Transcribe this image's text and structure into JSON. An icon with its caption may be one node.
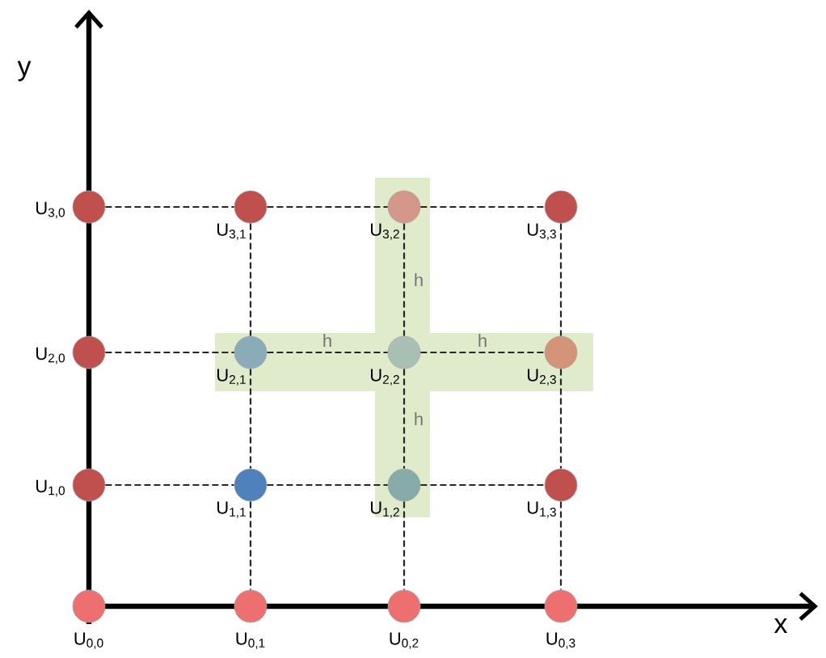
{
  "diagram": {
    "nodes": [
      {
        "text": [],
        "shape": "circle",
        "beside": [
          "U$_{3,0}$"
        ]
      },
      {
        "text": [],
        "shape": "circle",
        "beside": [
          "U$_{3,1}$"
        ]
      },
      {
        "text": [],
        "shape": "circle",
        "beside": [
          "U$_{3,2}$"
        ]
      },
      {
        "text": [],
        "shape": "circle",
        "beside": [
          "U$_{3,3}$"
        ]
      },
      {
        "text": [],
        "shape": "circle",
        "beside": [
          "U$_{2,0}$"
        ]
      },
      {
        "text": [],
        "shape": "circle",
        "beside": [
          "U$_{2,1}$"
        ]
      },
      {
        "text": [],
        "shape": "circle",
        "beside": [
          "U$_{2,2}$"
        ]
      },
      {
        "text": [],
        "shape": "circle",
        "beside": [
          "U$_{2,3}$"
        ]
      },
      {
        "text": [],
        "shape": "circle",
        "beside": [
          "U$_{1,0}$"
        ]
      },
      {
        "text": [],
        "shape": "circle",
        "beside": [
          "U$_{1,1}$"
        ]
      },
      {
        "text": [],
        "shape": "circle",
        "beside": [
          "U$_{1,2}$"
        ]
      },
      {
        "text": [],
        "shape": "circle",
        "beside": [
          "U$_{1,3}$"
        ]
      },
      {
        "text": [],
        "shape": "circle",
        "beside": [
          "U$_{0,0}$"
        ]
      },
      {
        "text": [],
        "shape": "circle",
        "beside": [
          "U$_{0,1}$"
        ]
      },
      {
        "text": [],
        "shape": "circle",
        "beside": [
          "U$_{0,2}$"
        ]
      },
      {
        "text": [],
        "shape": "circle",
        "beside": [
          "U$_{0,3}$"
        ]
      }
    ],
    "edges": [
      {
        "from": 0,
        "to": 1,
        "arrow": "none",
        "style": "dashed"
      },
      {
        "from": 1,
        "to": 2,
        "arrow": "none",
        "style": "dashed"
      },
      {
        "from": 2,
        "to": 3,
        "arrow": "none",
        "style": "dashed"
      },
      {
        "from": 4,
        "to": 5,
        "arrow": "none",
        "style": "dashed"
      },
      {
        "from": 5,
        "to": 6,
        "arrow": "none",
        "style": "dashed",
        "label": "h"
      },
      {
        "from": 6,
        "to": 7,
        "arrow": "none",
        "style": "dashed",
        "label": "h"
      },
      {
        "from": 8,
        "to": 9,
        "arrow": "none",
        "style": "dashed"
      },
      {
        "from": 9,
        "to": 10,
        "arrow": "none",
        "style": "dashed"
      },
      {
        "from": 10,
        "to": 11,
        "arrow": "none",
        "style": "dashed"
      },
      {
        "from": 1,
        "to": 5,
        "arrow": "none",
        "style": "dashed"
      },
      {
        "from": 5,
        "to": 9,
        "arrow": "none",
        "style": "dashed"
      },
      {
        "from": 9,
        "to": 13,
        "arrow": "none",
        "style": "dashed"
      },
      {
        "from": 2,
        "to": 6,
        "arrow": "none",
        "style": "dashed",
        "label": "h"
      },
      {
        "from": 6,
        "to": 10,
        "arrow": "none",
        "style": "dashed",
        "label": "h"
      },
      {
        "from": 10,
        "to": 14,
        "arrow": "none",
        "style": "dashed"
      },
      {
        "from": 3,
        "to": 7,
        "arrow": "none",
        "style": "dashed"
      },
      {
        "from": 7,
        "to": 11,
        "arrow": "none",
        "style": "dashed"
      },
      {
        "from": 11,
        "to": 15,
        "arrow": "none",
        "style": "dashed"
      }
    ],
    "labels": [
      "y",
      "x"
    ]
  }
}
